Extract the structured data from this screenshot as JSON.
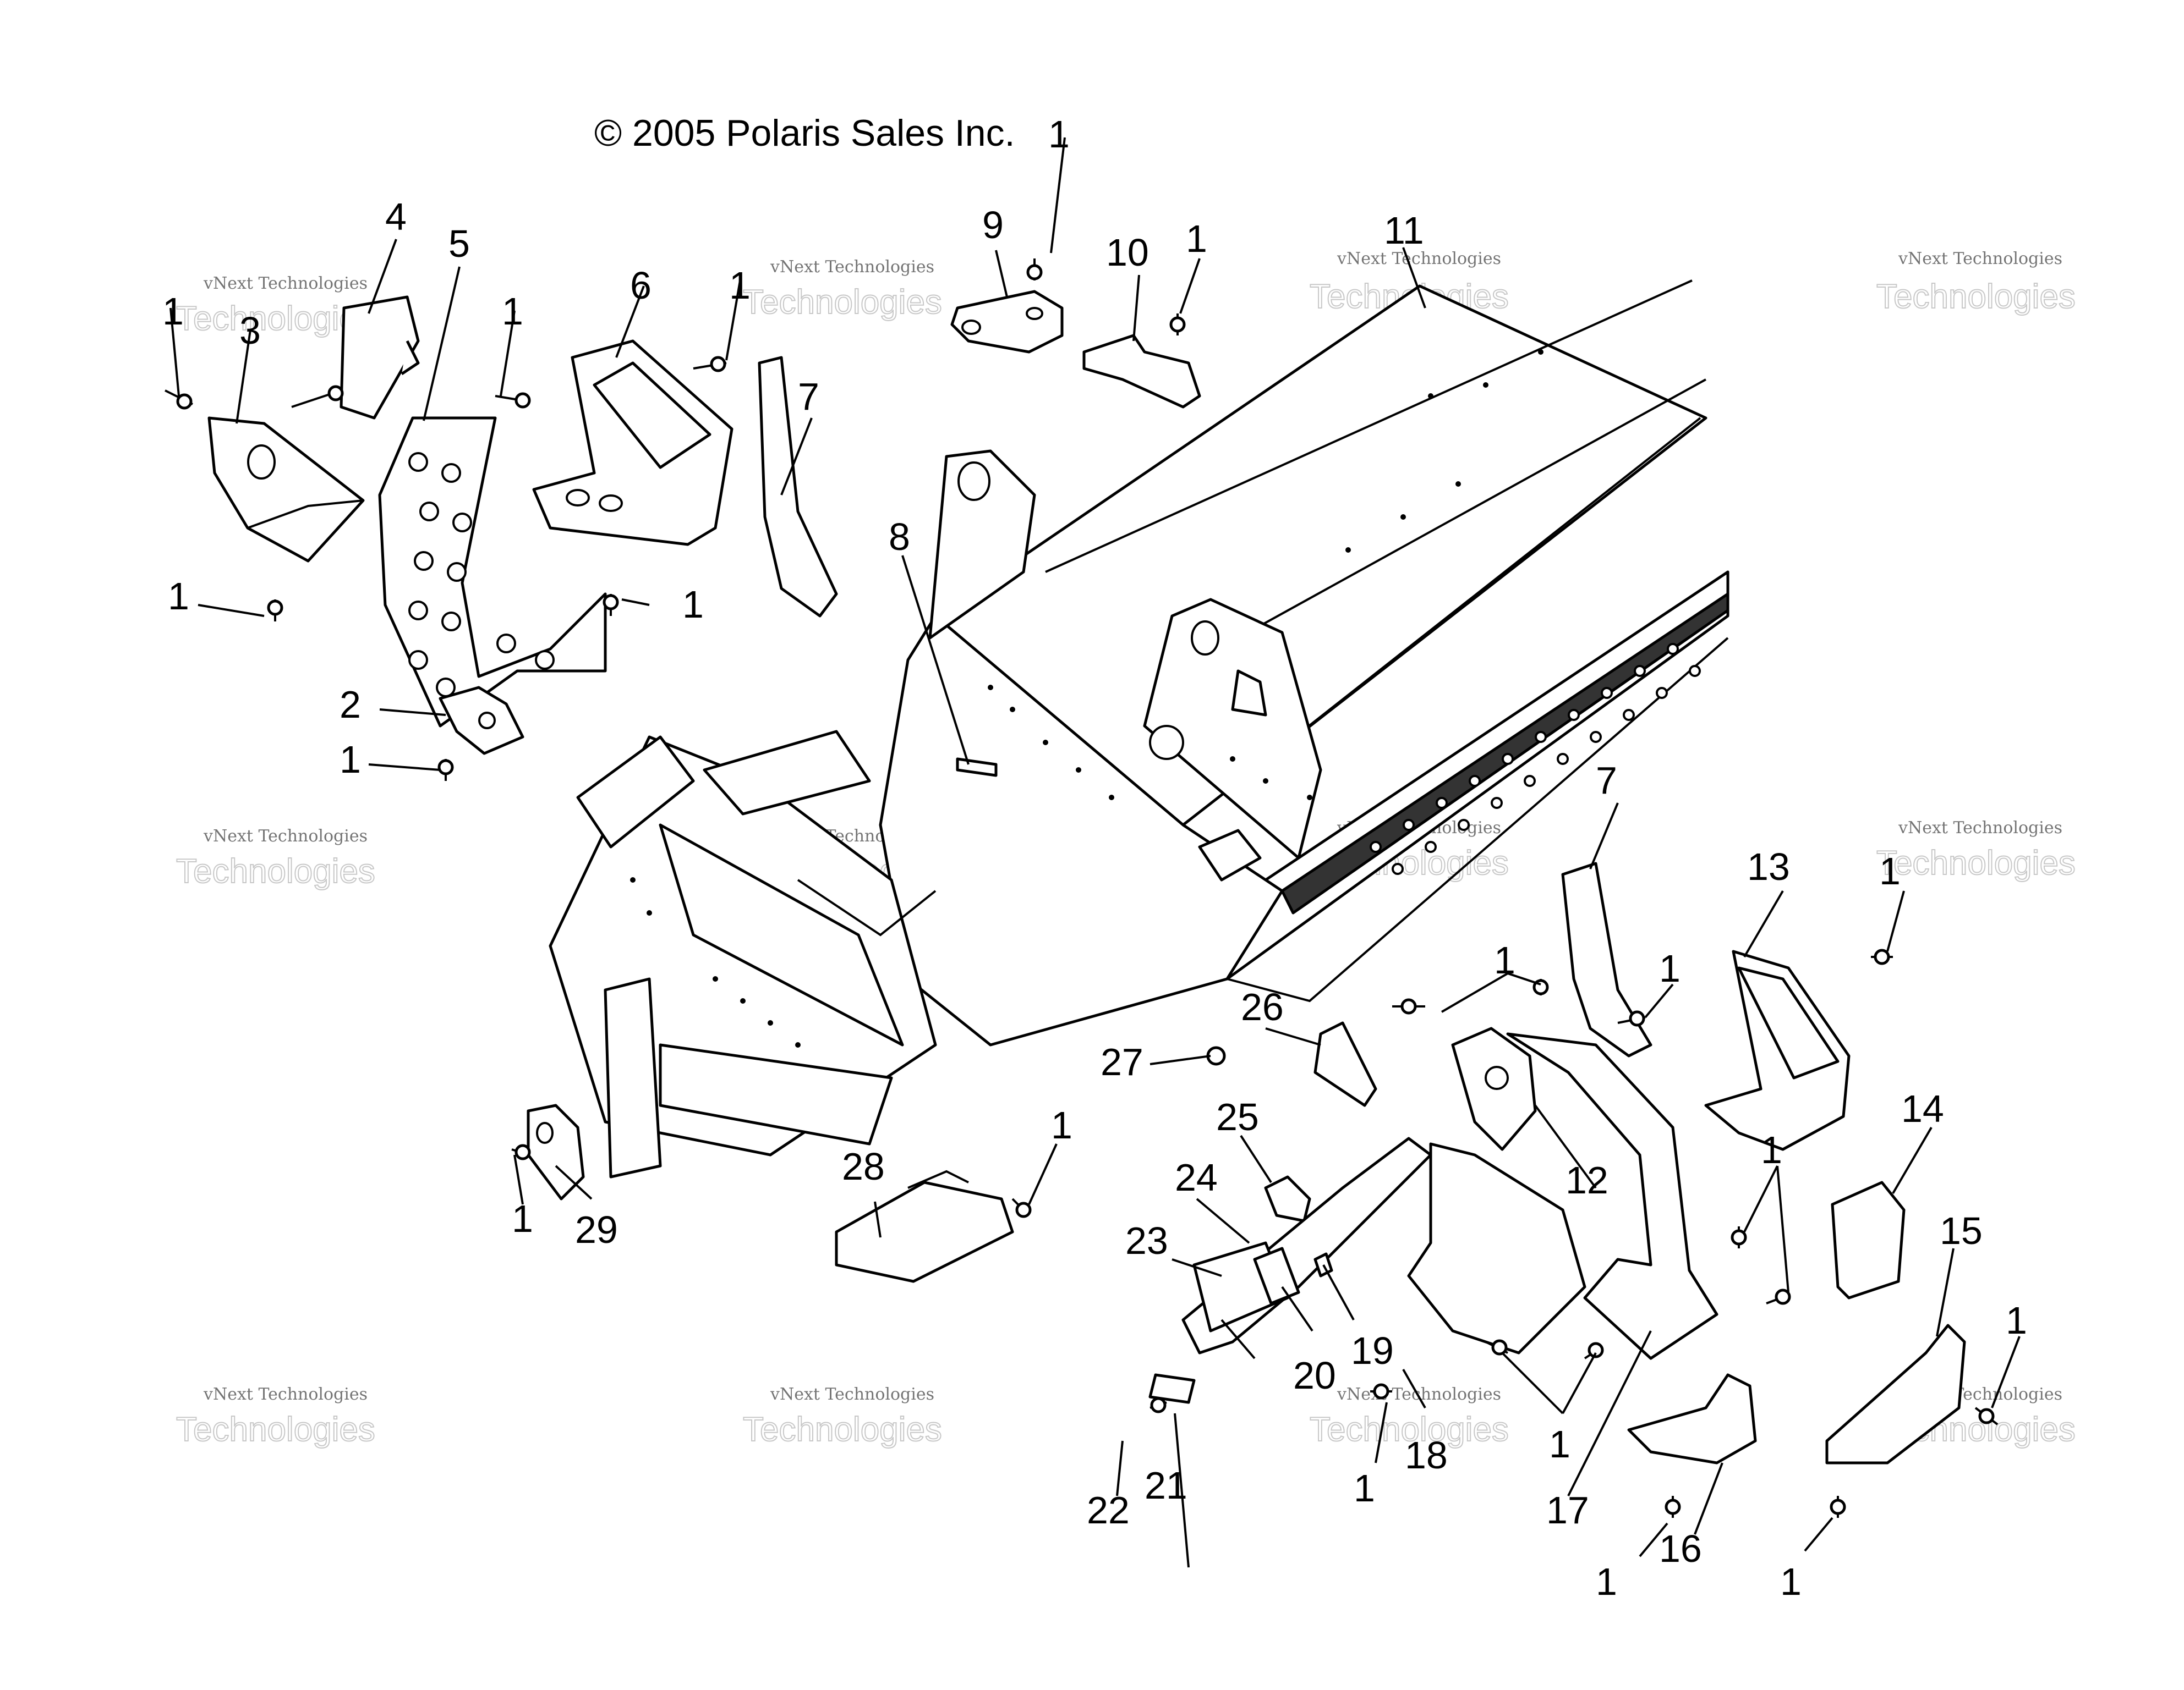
{
  "copyright": "© 2005 Polaris Sales Inc.",
  "watermark": {
    "line1": "vNext Technologies",
    "line2": "Technologies"
  },
  "callouts": {
    "c1": "1",
    "c2": "2",
    "c3": "3",
    "c4": "4",
    "c5": "5",
    "c6": "6",
    "c7": "7",
    "c8": "8",
    "c9": "9",
    "c10": "10",
    "c11": "11",
    "c12": "12",
    "c13": "13",
    "c14": "14",
    "c15": "15",
    "c16": "16",
    "c17": "17",
    "c18": "18",
    "c19": "19",
    "c20": "20",
    "c21": "21",
    "c22": "22",
    "c23": "23",
    "c24": "24",
    "c25": "25",
    "c26": "26",
    "c27": "27",
    "c28": "28",
    "c29": "29"
  }
}
